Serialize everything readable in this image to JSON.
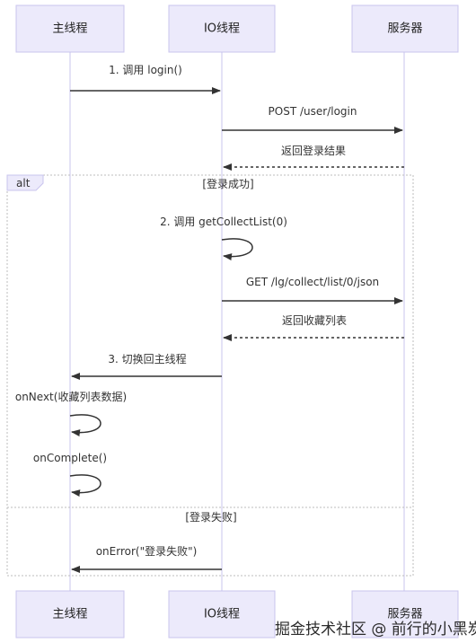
{
  "actors": {
    "main": "主线程",
    "io": "IO线程",
    "server": "服务器"
  },
  "alt": {
    "label": "alt",
    "condition_success": "[登录成功]",
    "condition_failure": "[登录失败]"
  },
  "messages": {
    "m1": "1. 调用 login()",
    "m2": "POST /user/login",
    "m3": "返回登录结果",
    "m4": "2. 调用 getCollectList(0)",
    "m5": "GET /lg/collect/list/0/json",
    "m6": "返回收藏列表",
    "m7": "3. 切换回主线程",
    "m8": "onNext(收藏列表数据)",
    "m9": "onComplete()",
    "m10": "onError(\"登录失败\")"
  },
  "watermark": "掘金技术社区 @ 前行的小黑炭"
}
